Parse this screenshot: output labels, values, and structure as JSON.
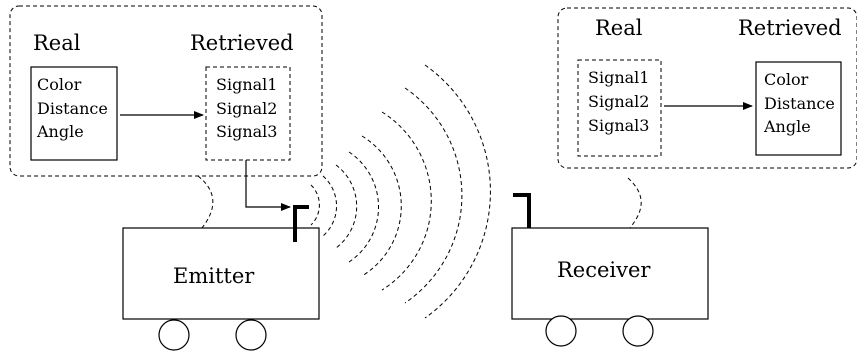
{
  "emitter_panel": {
    "real_heading": "Real",
    "retrieved_heading": "Retrieved",
    "real_items": [
      "Color",
      "Distance",
      "Angle"
    ],
    "signal_items": [
      "Signal1",
      "Signal2",
      "Signal3"
    ]
  },
  "receiver_panel": {
    "real_heading": "Real",
    "retrieved_heading": "Retrieved",
    "signal_items": [
      "Signal1",
      "Signal2",
      "Signal3"
    ],
    "retrieved_items": [
      "Color",
      "Distance",
      "Angle"
    ]
  },
  "robots": {
    "emitter_label": "Emitter",
    "receiver_label": "Receiver"
  }
}
